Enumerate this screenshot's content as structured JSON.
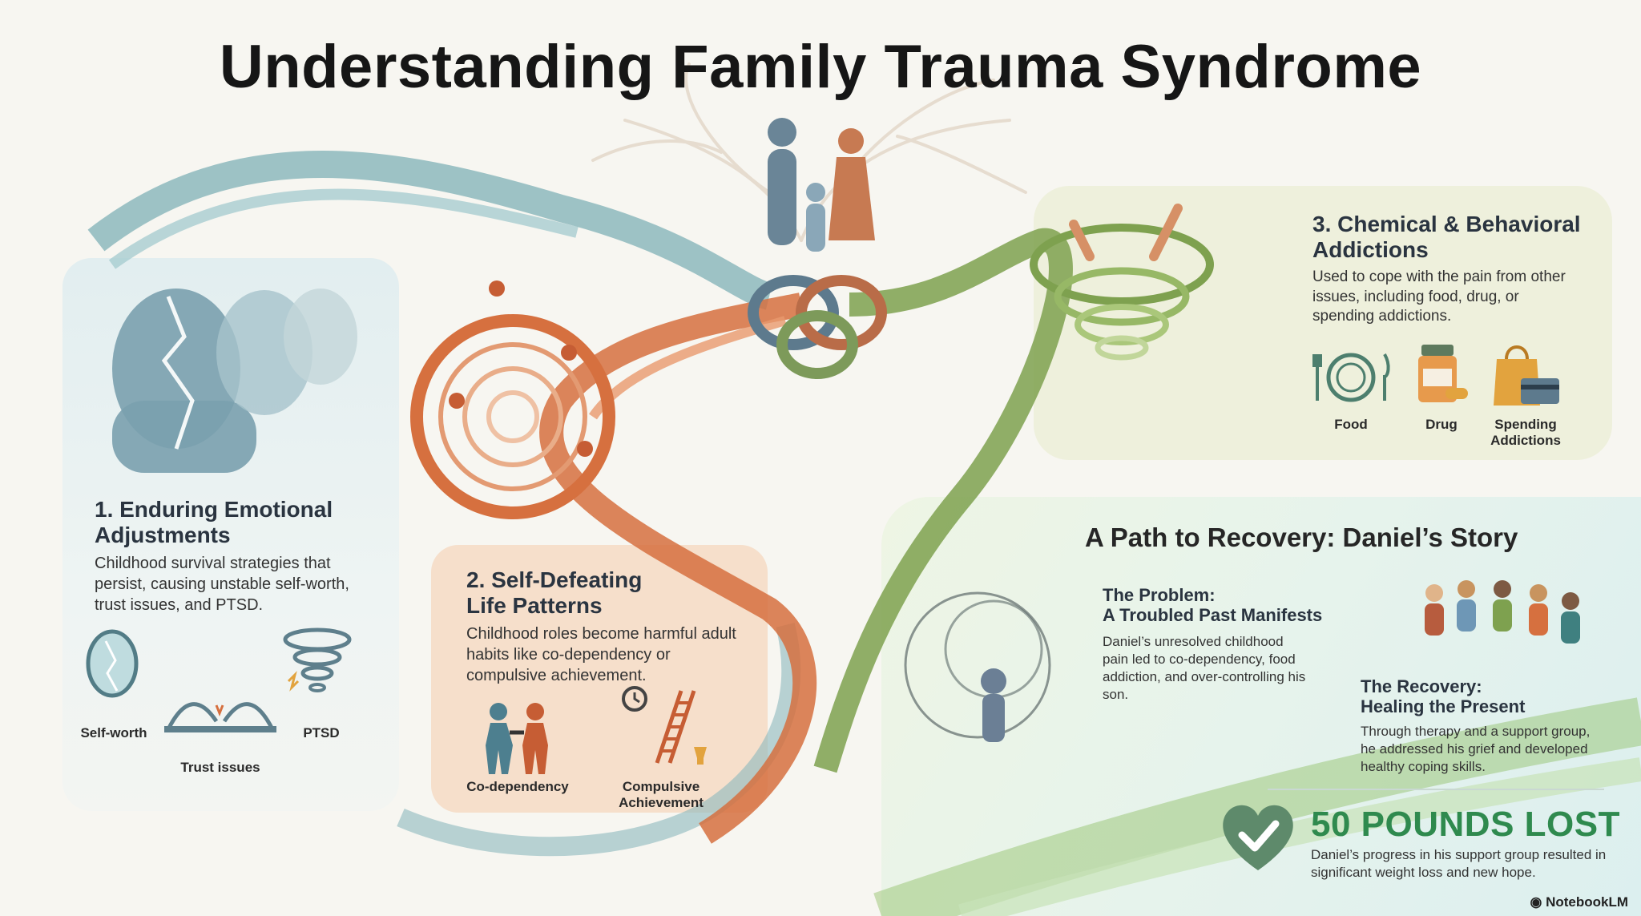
{
  "title": "Understanding Family Trauma Syndrome",
  "panels": {
    "emotional": {
      "heading_line1": "1. Enduring Emotional",
      "heading_line2": "Adjustments",
      "body": "Childhood survival strategies that persist, causing unstable self-worth, trust issues, and PTSD.",
      "icons": [
        "Self-worth",
        "Trust issues",
        "PTSD"
      ]
    },
    "patterns": {
      "heading_line1": "2. Self-Defeating",
      "heading_line2": "Life Patterns",
      "body": "Childhood roles become harmful adult habits like co-dependency or compulsive achievement.",
      "icons": [
        "Co-dependency",
        "Compulsive",
        "Achievement"
      ]
    },
    "addictions": {
      "heading_line1": "3. Chemical & Behavioral",
      "heading_line2": "Addictions",
      "body": "Used to cope with the pain from other issues, including food, drug, or spending addictions.",
      "icons": [
        "Food",
        "Drug",
        "Spending",
        "Addictions"
      ]
    },
    "recovery": {
      "heading": "A Path to Recovery: Daniel’s Story",
      "problem_line1": "The Problem:",
      "problem_line2": "A Troubled Past Manifests",
      "problem_body": "Daniel’s unresolved childhood pain led to co-dependency, food addiction, and over-controlling his son.",
      "recovery_line1": "The Recovery:",
      "recovery_line2": "Healing the Present",
      "recovery_body": "Through therapy and a support group, he addressed his grief and developed healthy coping skills.",
      "stat": "50 POUNDS LOST",
      "stat_body": "Daniel’s progress in his support group resulted in significant weight loss and new hope."
    }
  },
  "brand": "NotebookLM",
  "colors": {
    "teal": "#5d8f98",
    "orange": "#d6703f",
    "green": "#6e9a47",
    "stat_green": "#2f8a4e"
  }
}
